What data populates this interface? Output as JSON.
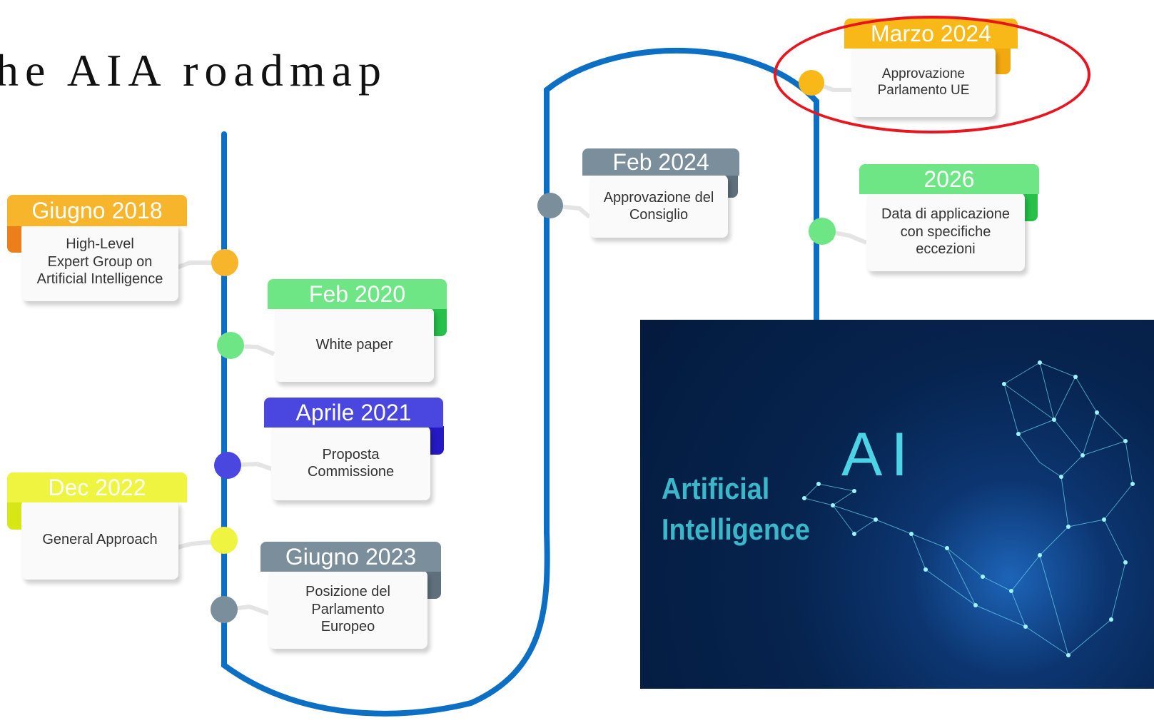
{
  "title": "he AIA roadmap",
  "milestones": [
    {
      "date": "Giugno 2018",
      "text": "High-Level\nExpert Group on\nArtificial Intelligence",
      "color": "#f7b52c",
      "fold": "#ec7f1c"
    },
    {
      "date": "Feb 2020",
      "text": "White paper",
      "color": "#6ee685",
      "fold": "#27c04a"
    },
    {
      "date": "Aprile 2021",
      "text": "Proposta\nCommissione",
      "color": "#4a46e0",
      "fold": "#2419c2"
    },
    {
      "date": "Dec 2022",
      "text": "General Approach",
      "color": "#eef440",
      "fold": "#d7e616"
    },
    {
      "date": "Giugno  2023",
      "text": "Posizione del\nParlamento\nEuropeo",
      "color": "#7b8e9b",
      "fold": "#5f707c"
    },
    {
      "date": "Feb 2024",
      "text": "Approvazione del\nConsiglio",
      "color": "#7b8e9b",
      "fold": "#5f707c"
    },
    {
      "date": "Marzo 2024",
      "text": "Approvazione\nParlamento UE",
      "color": "#f7b818",
      "fold": "#f2a90f"
    },
    {
      "date": "2026",
      "text": "Data di applicazione\ncon specifiche\neccezioni",
      "color": "#6ee685",
      "fold": "#27c04a"
    }
  ],
  "timeline_color": "#0c6fc4",
  "highlight_color": "#e8141e",
  "image": {
    "line1": "Artificial",
    "line2": "Intelligence",
    "ai": "AI"
  }
}
